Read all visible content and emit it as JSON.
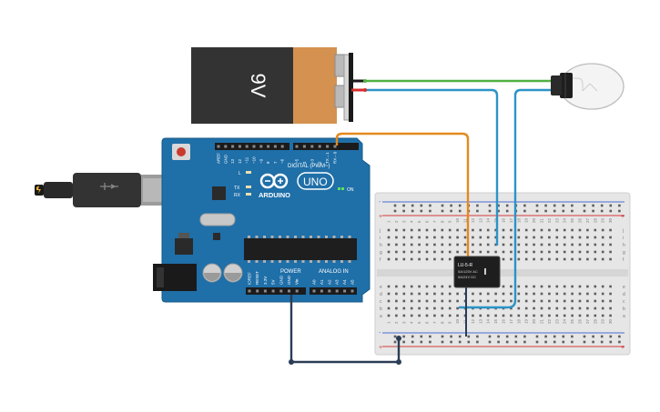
{
  "battery": {
    "label": "9V",
    "body_color": "#333333",
    "cap_color": "#d4914f"
  },
  "arduino": {
    "brand": "ARDUINO",
    "model": "UNO",
    "digital_header_label": "DIGITAL (PWM~)",
    "analog_header_label": "ANALOG IN",
    "power_header_label": "POWER",
    "on_label": "ON",
    "tx_label": "TX",
    "rx_label": "RX",
    "l_label": "L",
    "digital_pins": [
      "AREF",
      "GND",
      "13",
      "12",
      "~11",
      "~10",
      "~9",
      "8",
      "7",
      "~6",
      "~5",
      "4",
      "~3",
      "2",
      "TX→1",
      "RX←0"
    ],
    "power_pins": [
      "IOREF",
      "RESET",
      "3.3V",
      "5V",
      "GND",
      "GND",
      "Vin"
    ],
    "analog_pins": [
      "A0",
      "A1",
      "A2",
      "A3",
      "A4",
      "A5"
    ],
    "board_color": "#1f6fa8"
  },
  "relay": {
    "line1": "LU-5-R",
    "line2": "5A/125V AC",
    "line3": "5A/24V DC"
  },
  "breadboard": {
    "row_letters_top": [
      "j",
      "i",
      "h",
      "g",
      "f"
    ],
    "row_letters_bottom": [
      "e",
      "d",
      "c",
      "b",
      "a"
    ],
    "column_numbers": [
      "1",
      "2",
      "3",
      "4",
      "5",
      "6",
      "7",
      "8",
      "9",
      "10",
      "11",
      "12",
      "13",
      "14",
      "15",
      "16",
      "17",
      "18",
      "19",
      "20",
      "21",
      "22",
      "23",
      "24",
      "25",
      "26",
      "27",
      "28",
      "29",
      "30"
    ]
  },
  "wires": {
    "green": "#52b043",
    "red": "#d62d2d",
    "blue": "#2b93c7",
    "orange": "#e5891d",
    "dark": "#2a3d55"
  },
  "bulb": {
    "glass_color": "#f4f4f4"
  }
}
